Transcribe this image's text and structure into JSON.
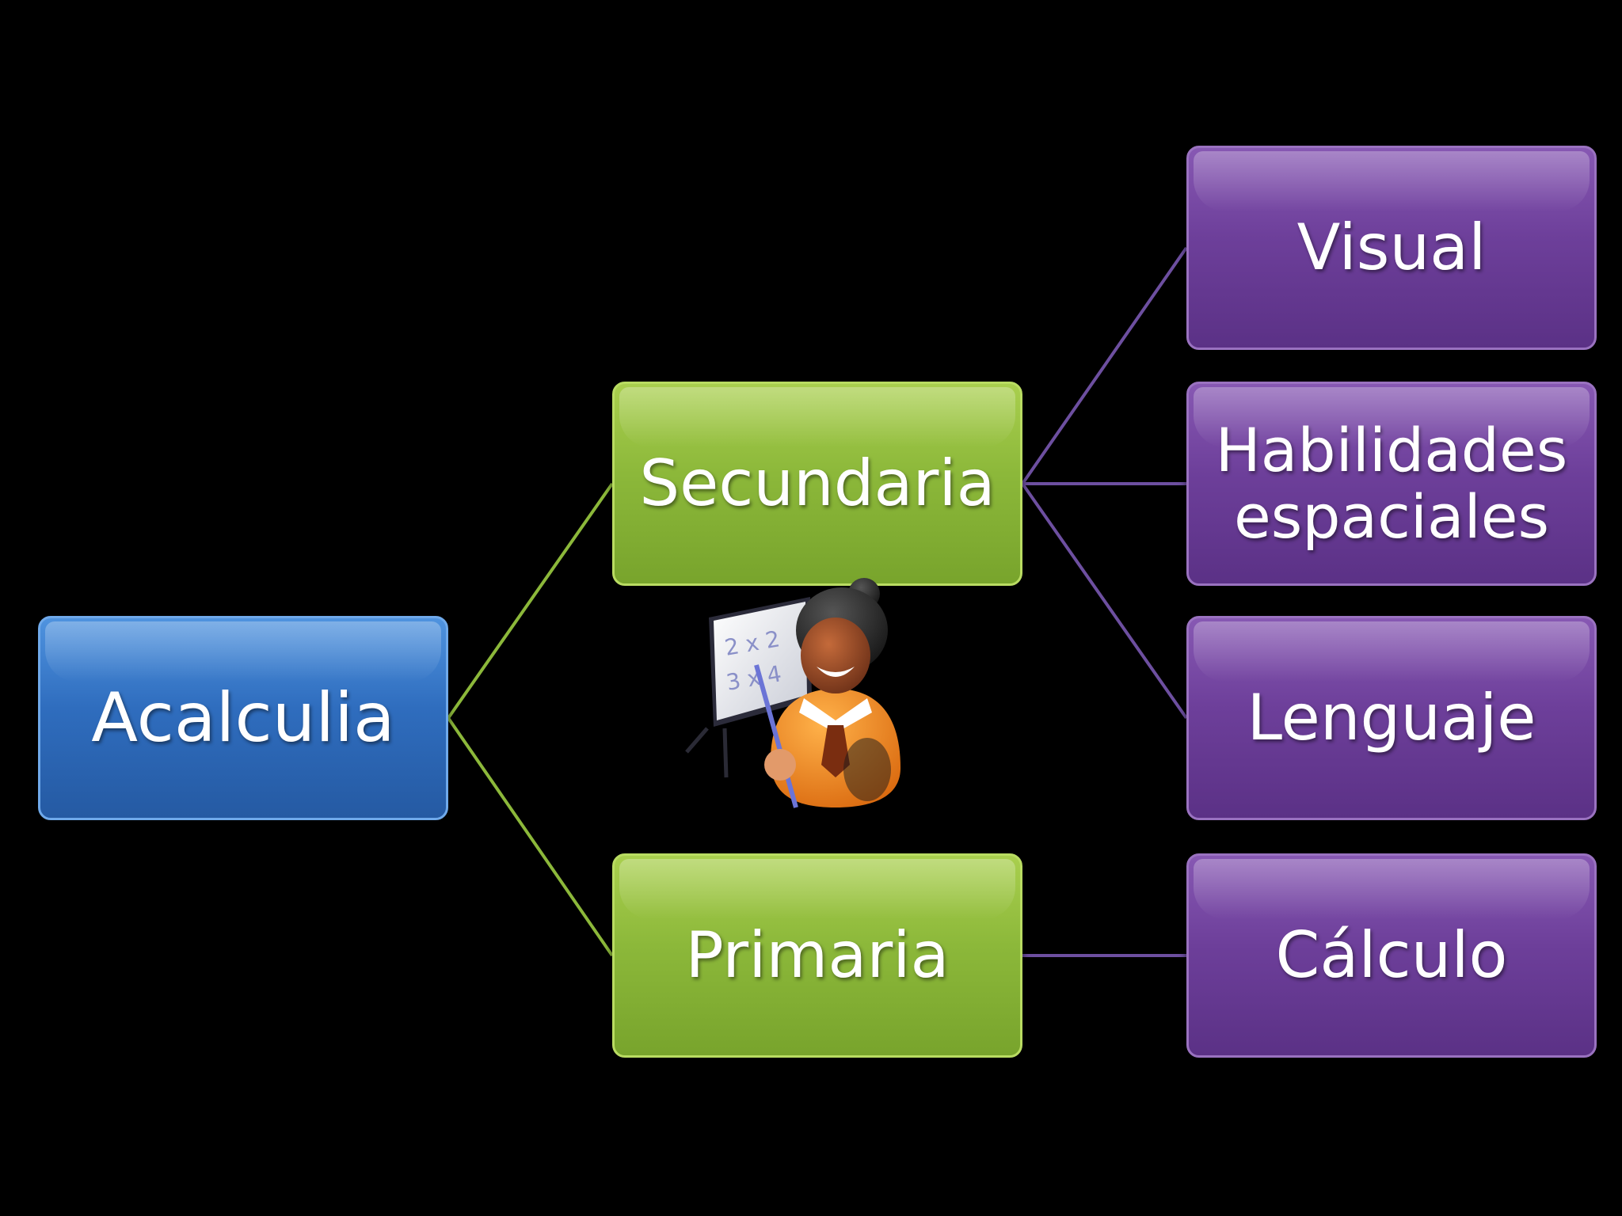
{
  "diagram": {
    "background": "#000000",
    "colors": {
      "root": "#2f6dbe",
      "level1": "#8cb83a",
      "level2": "#6d3f9a",
      "connector_green": "#8cb83a",
      "connector_purple": "#6d4fa0"
    },
    "nodes": {
      "acalculia": "Acalculia",
      "secundaria": "Secundaria",
      "primaria": "Primaria",
      "visual": "Visual",
      "habilidades": "Habilidades\nespaciales",
      "lenguaje": "Lenguaje",
      "calculo": "Cálculo"
    },
    "edges": [
      [
        "acalculia",
        "secundaria"
      ],
      [
        "acalculia",
        "primaria"
      ],
      [
        "secundaria",
        "visual"
      ],
      [
        "secundaria",
        "habilidades"
      ],
      [
        "secundaria",
        "lenguaje"
      ],
      [
        "primaria",
        "calculo"
      ]
    ],
    "illustration": {
      "icon": "teacher-at-whiteboard-icon",
      "board_line_1": "2 x 2",
      "board_line_2": "3 x 4"
    }
  }
}
